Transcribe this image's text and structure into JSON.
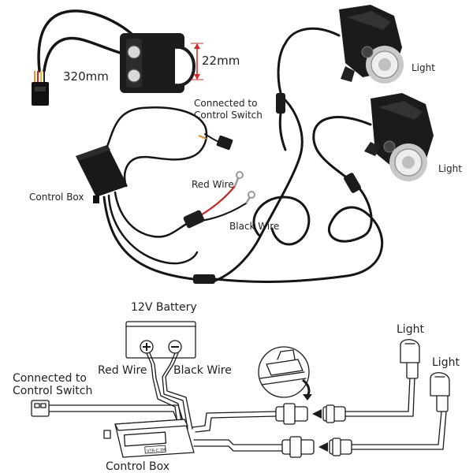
{
  "photo": {
    "cable_length": "320mm",
    "diameter": "22mm",
    "connected_to_switch": [
      "Connected to",
      "Control Switch"
    ],
    "control_box": "Control Box",
    "red_wire": "Red Wire",
    "black_wire": "Black Wire",
    "light_top": "Light",
    "light_bottom": "Light"
  },
  "schematic": {
    "battery": "12V Battery",
    "red_wire": "Red Wire",
    "black_wire": "Black Wire",
    "connected_to_switch": [
      "Connected to",
      "Control Switch"
    ],
    "control_box": "Control Box",
    "light_top": "Light",
    "light_bottom": "Light",
    "control_box_chip": "VTR-C TM"
  },
  "colors": {
    "cable": "#151515",
    "red_wire": "#d42020",
    "dimension": "#d62a2a",
    "fuse": "#1e1e1e",
    "lamp_ring": "#c9c9c9"
  }
}
